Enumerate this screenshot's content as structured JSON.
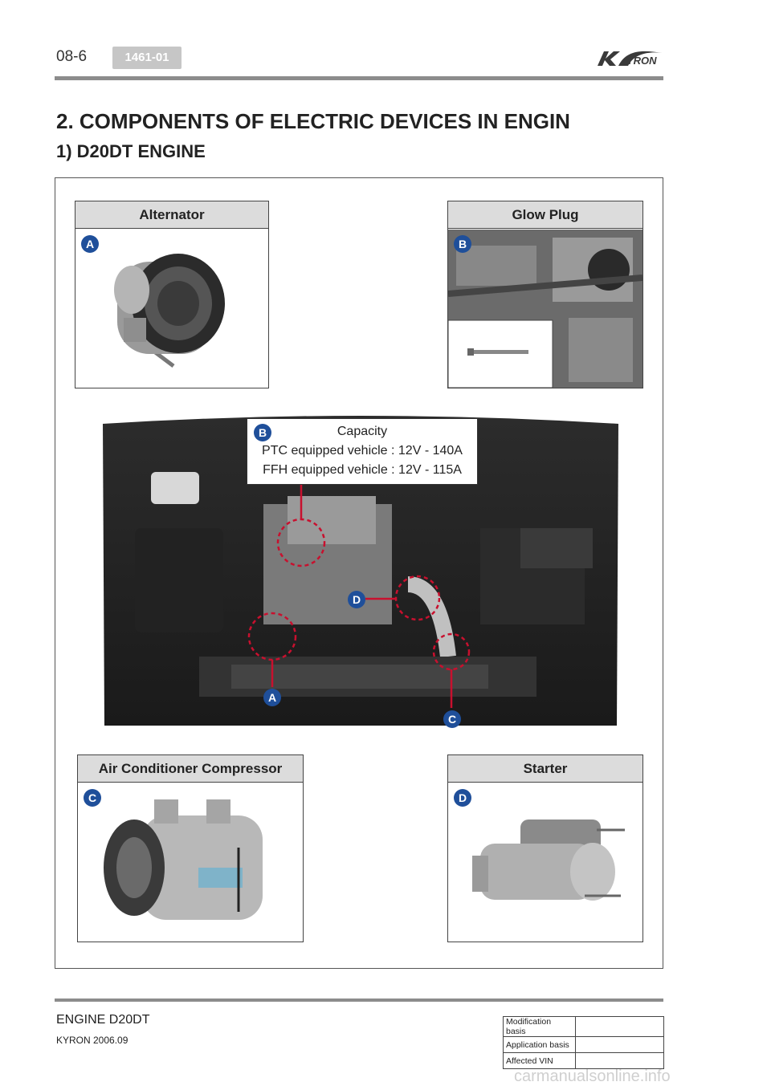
{
  "header": {
    "page_number": "08-6",
    "code": "1461-01",
    "brand": "KYRON"
  },
  "title": "2. COMPONENTS OF ELECTRIC DEVICES IN ENGIN",
  "subtitle": "1) D20DT ENGINE",
  "components": {
    "alternator": {
      "label": "Alternator",
      "marker": "A"
    },
    "glow_plug": {
      "label": "Glow Plug",
      "marker": "B"
    },
    "ac_compressor": {
      "label": "Air Conditioner Compressor",
      "marker": "C"
    },
    "starter": {
      "label": "Starter",
      "marker": "D"
    }
  },
  "callout": {
    "marker": "B",
    "heading": "Capacity",
    "line1": "PTC equipped vehicle : 12V - 140A",
    "line2": "FFH equipped vehicle : 12V - 115A"
  },
  "engine_markers": {
    "a": "A",
    "b": "B",
    "c": "C",
    "d": "D"
  },
  "footer": {
    "section": "ENGINE D20DT",
    "model": "KYRON 2006.09",
    "rows": [
      {
        "label": "Modification basis",
        "value": ""
      },
      {
        "label": "Application basis",
        "value": ""
      },
      {
        "label": "Affected VIN",
        "value": ""
      }
    ]
  },
  "watermark": "carmanualsonline.info",
  "colors": {
    "marker": "#1f4f9a",
    "highlight": "#c8102e",
    "rule": "#8c8c8c"
  }
}
